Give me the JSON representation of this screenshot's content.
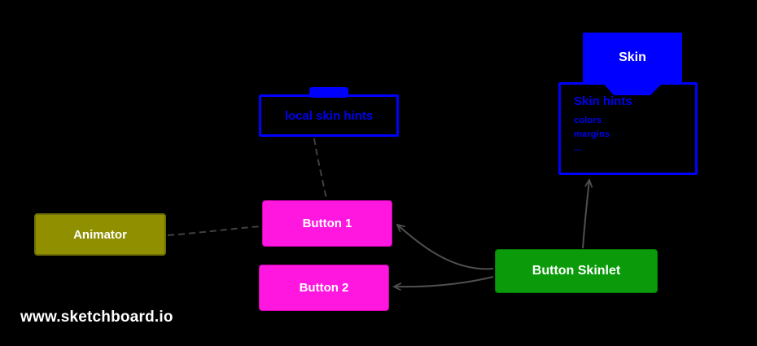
{
  "diagram": {
    "background": "#000000",
    "nodes": {
      "skin": {
        "label": "Skin",
        "fill": "#0000ff",
        "text_color": "#ffffff"
      },
      "skin_hints": {
        "title": "Skin hints",
        "items": [
          "colors",
          "margins",
          "..."
        ],
        "color": "#0000ff"
      },
      "local_skin_hints": {
        "label": "local skin hints",
        "color": "#0000ff"
      },
      "animator": {
        "label": "Animator",
        "fill": "#8f8f00",
        "text_color": "#ffffff"
      },
      "button_1": {
        "label": "Button 1",
        "fill": "#ff17e0",
        "text_color": "#ffffff"
      },
      "button_2": {
        "label": "Button 2",
        "fill": "#ff17e0",
        "text_color": "#ffffff"
      },
      "button_skinlet": {
        "label": "Button Skinlet",
        "fill": "#0a9a0a",
        "text_color": "#ffffff"
      }
    },
    "edges": [
      {
        "from": "animator",
        "to": "button_1",
        "style": "dashed"
      },
      {
        "from": "local_skin_hints",
        "to": "button_1",
        "style": "dashed"
      },
      {
        "from": "button_skinlet",
        "to": "button_1",
        "style": "solid-arrow"
      },
      {
        "from": "button_skinlet",
        "to": "button_2",
        "style": "solid-arrow"
      },
      {
        "from": "button_skinlet",
        "to": "skin_hints",
        "style": "solid-arrow"
      },
      {
        "from": "skin",
        "to": "skin_hints",
        "style": "attached-connector"
      }
    ],
    "watermark": "www.sketchboard.io"
  }
}
